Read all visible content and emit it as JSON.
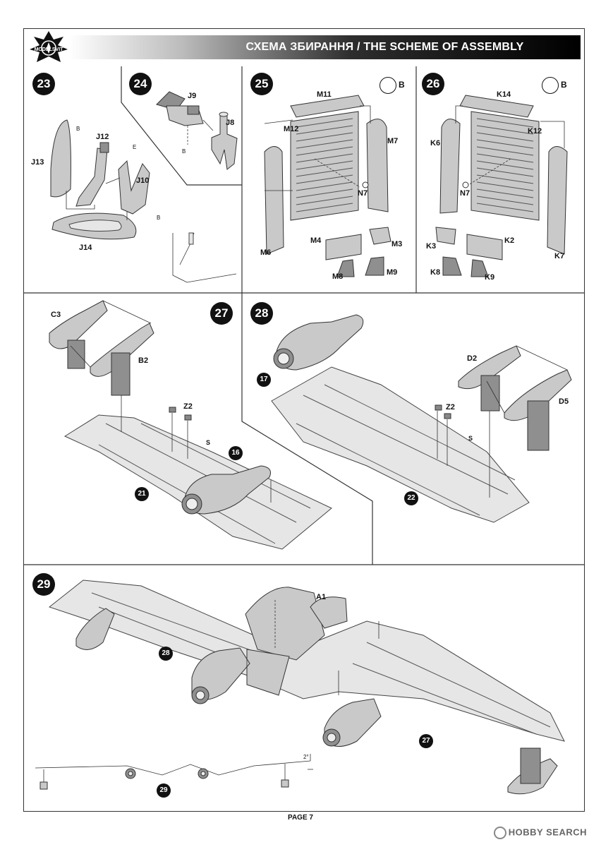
{
  "header": {
    "title": "СХЕМА ЗБИРАННЯ / THE SCHEME OF ASSEMBLY",
    "logo_text": "MODELSVIT"
  },
  "steps": {
    "s23": {
      "number": "23",
      "parts": [
        "J13",
        "J12",
        "J10",
        "J14"
      ],
      "paint": [
        "B",
        "E",
        "B"
      ]
    },
    "s24": {
      "number": "24",
      "parts": [
        "J9",
        "J8"
      ],
      "paint": [
        "B"
      ]
    },
    "s25": {
      "number": "25",
      "paint_icon": "B",
      "parts": [
        "M11",
        "M12",
        "M7",
        "N7",
        "M6",
        "M4",
        "M3",
        "M8",
        "M9"
      ]
    },
    "s26": {
      "number": "26",
      "paint_icon": "B",
      "parts": [
        "K14",
        "K6",
        "K12",
        "N7",
        "K7",
        "K3",
        "K2",
        "K8",
        "K9"
      ]
    },
    "s27": {
      "number": "27",
      "parts": [
        "C3",
        "B2",
        "Z2"
      ],
      "paint": "S",
      "subassemblies": [
        "16",
        "21"
      ]
    },
    "s28": {
      "number": "28",
      "parts": [
        "D2",
        "D5",
        "Z2"
      ],
      "paint": "S",
      "subassemblies": [
        "17",
        "22"
      ]
    },
    "s29": {
      "number": "29",
      "parts": [
        "A1"
      ],
      "subassemblies": [
        "28",
        "27",
        "29"
      ],
      "angle": "2°"
    }
  },
  "footer": {
    "page": "PAGE 7",
    "watermark": "HOBBY SEARCH"
  }
}
